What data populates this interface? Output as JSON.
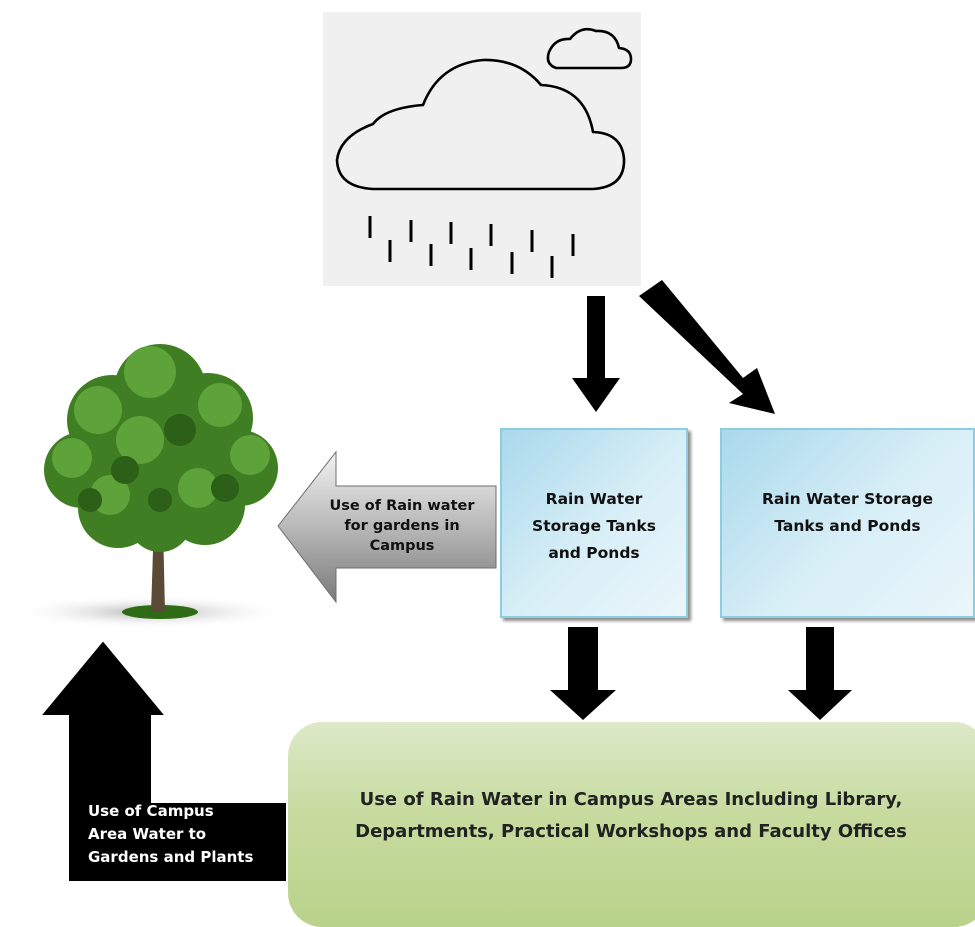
{
  "flow_labels": {
    "garden_use": "Use of Rain water\nfor gardens in\nCampus",
    "campus_to_gardens": "Use of Campus\nArea Water to\nGardens and Plants"
  },
  "tanks": [
    {
      "label": "Rain Water\nStorage Tanks\nand Ponds"
    },
    {
      "label": "Rain Water Storage\nTanks and Ponds"
    }
  ],
  "campus_use": {
    "label": "Use of Rain Water in Campus Areas Including Library,\nDepartments, Practical Workshops and Faculty Offices"
  },
  "colors": {
    "tank_fill": "#d9eff7",
    "tank_border": "#8ecde0",
    "campus_fill": "#c7db9f",
    "arrow_black": "#000000",
    "arrow_grey": "#9a9a9a"
  },
  "icons": [
    "rain-cloud-icon",
    "small-cloud-icon",
    "tree-icon"
  ]
}
